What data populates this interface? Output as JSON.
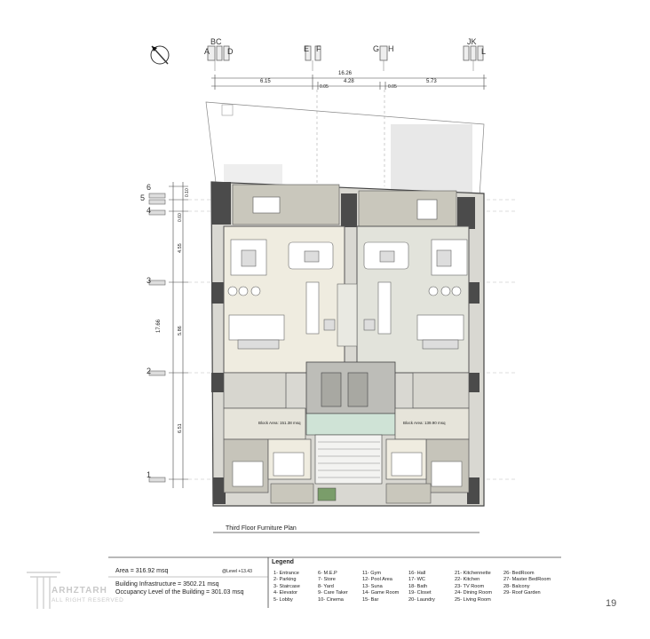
{
  "grid": {
    "columns": [
      "BC",
      "A",
      "D",
      "E",
      "F",
      "G",
      "H",
      "JK",
      "L"
    ],
    "rows": [
      "6",
      "5",
      "4",
      "3",
      "2",
      "1"
    ]
  },
  "dimensions": {
    "total": "16.26",
    "segments": [
      "6.15",
      "4.28",
      "5.73"
    ],
    "gaps": [
      "0.05",
      "0.05"
    ],
    "vertical_total": "17.66",
    "vertical_segments": [
      "4.55",
      "5.86",
      "6.51"
    ],
    "vertical_small": [
      "0.10",
      "0.60"
    ]
  },
  "plan": {
    "block_area_left": "Block Area: 151.38 msq",
    "block_area_right": "Block Area: 139.90 msq",
    "level": "@Level +13.43",
    "title": "Third Floor Furniture Plan"
  },
  "info": {
    "area": "Area = 316.92 msq",
    "infrastructure": "Building Infrastructure = 3502.21 msq",
    "occupancy": "Occupancy Level of the Building = 301.03 msq"
  },
  "legend": {
    "title": "Legend",
    "columns": [
      [
        "1- Entrance",
        "2- Parking",
        "3- Staircase",
        "4- Elevator",
        "5- Lobby"
      ],
      [
        "6- M.E.P",
        "7- Store",
        "8- Yard",
        "9- Care Taker",
        "10- Cinema"
      ],
      [
        "11- Gym",
        "12- Pool Area",
        "13- Suna",
        "14- Game Room",
        "15- Bar"
      ],
      [
        "16- Hall",
        "17- WC",
        "18- Bath",
        "19- Closet",
        "20- Laundry"
      ],
      [
        "21- Kitchennette",
        "22- Kitchen",
        "23- TV Room",
        "24- Dining Room",
        "25- Living Room"
      ],
      [
        "26- BedRoom",
        "27- Master BedRoom",
        "28- Balcony",
        "29- Roof Garden"
      ]
    ]
  },
  "brand": {
    "name": "ARHZTARH",
    "tagline": "ALL RIGHT RESERVED"
  },
  "page_number": "19"
}
